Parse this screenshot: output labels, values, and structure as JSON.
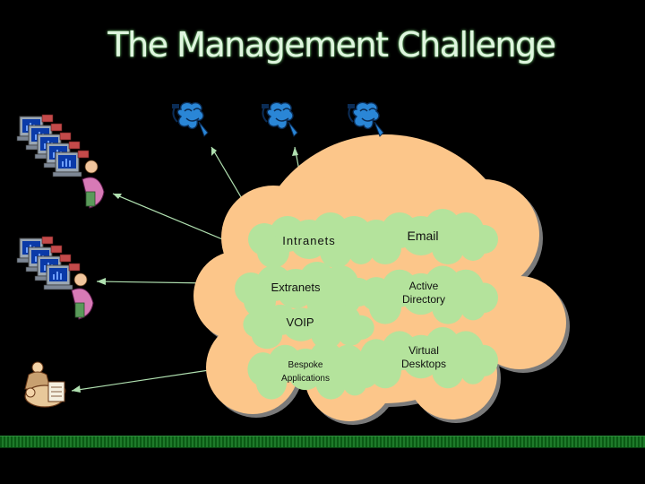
{
  "slide": {
    "title": "The Management Challenge"
  },
  "services": {
    "intranets": "Intranets",
    "email": "Email",
    "extranets": "Extranets",
    "active_directory_line1": "Active",
    "active_directory_line2": "Directory",
    "voip": "VOIP",
    "bespoke_line1": "Bespoke",
    "bespoke_line2": "Applications",
    "virtual_desktops_line1": "Virtual",
    "virtual_desktops_line2": "Desktops"
  },
  "colors": {
    "background": "#000000",
    "cloud_fill": "#fcc68a",
    "cloud_outline": "#8a8a8a",
    "bubble_fill": "#b4e39c",
    "title": "#dff5df",
    "connector": "#b0e0b0",
    "footer": "#1e7a2a"
  },
  "icons": {
    "remote_users": "person-at-phone-icon",
    "office_workstations": "workstation-group-icon",
    "meeting": "meeting-group-icon"
  }
}
